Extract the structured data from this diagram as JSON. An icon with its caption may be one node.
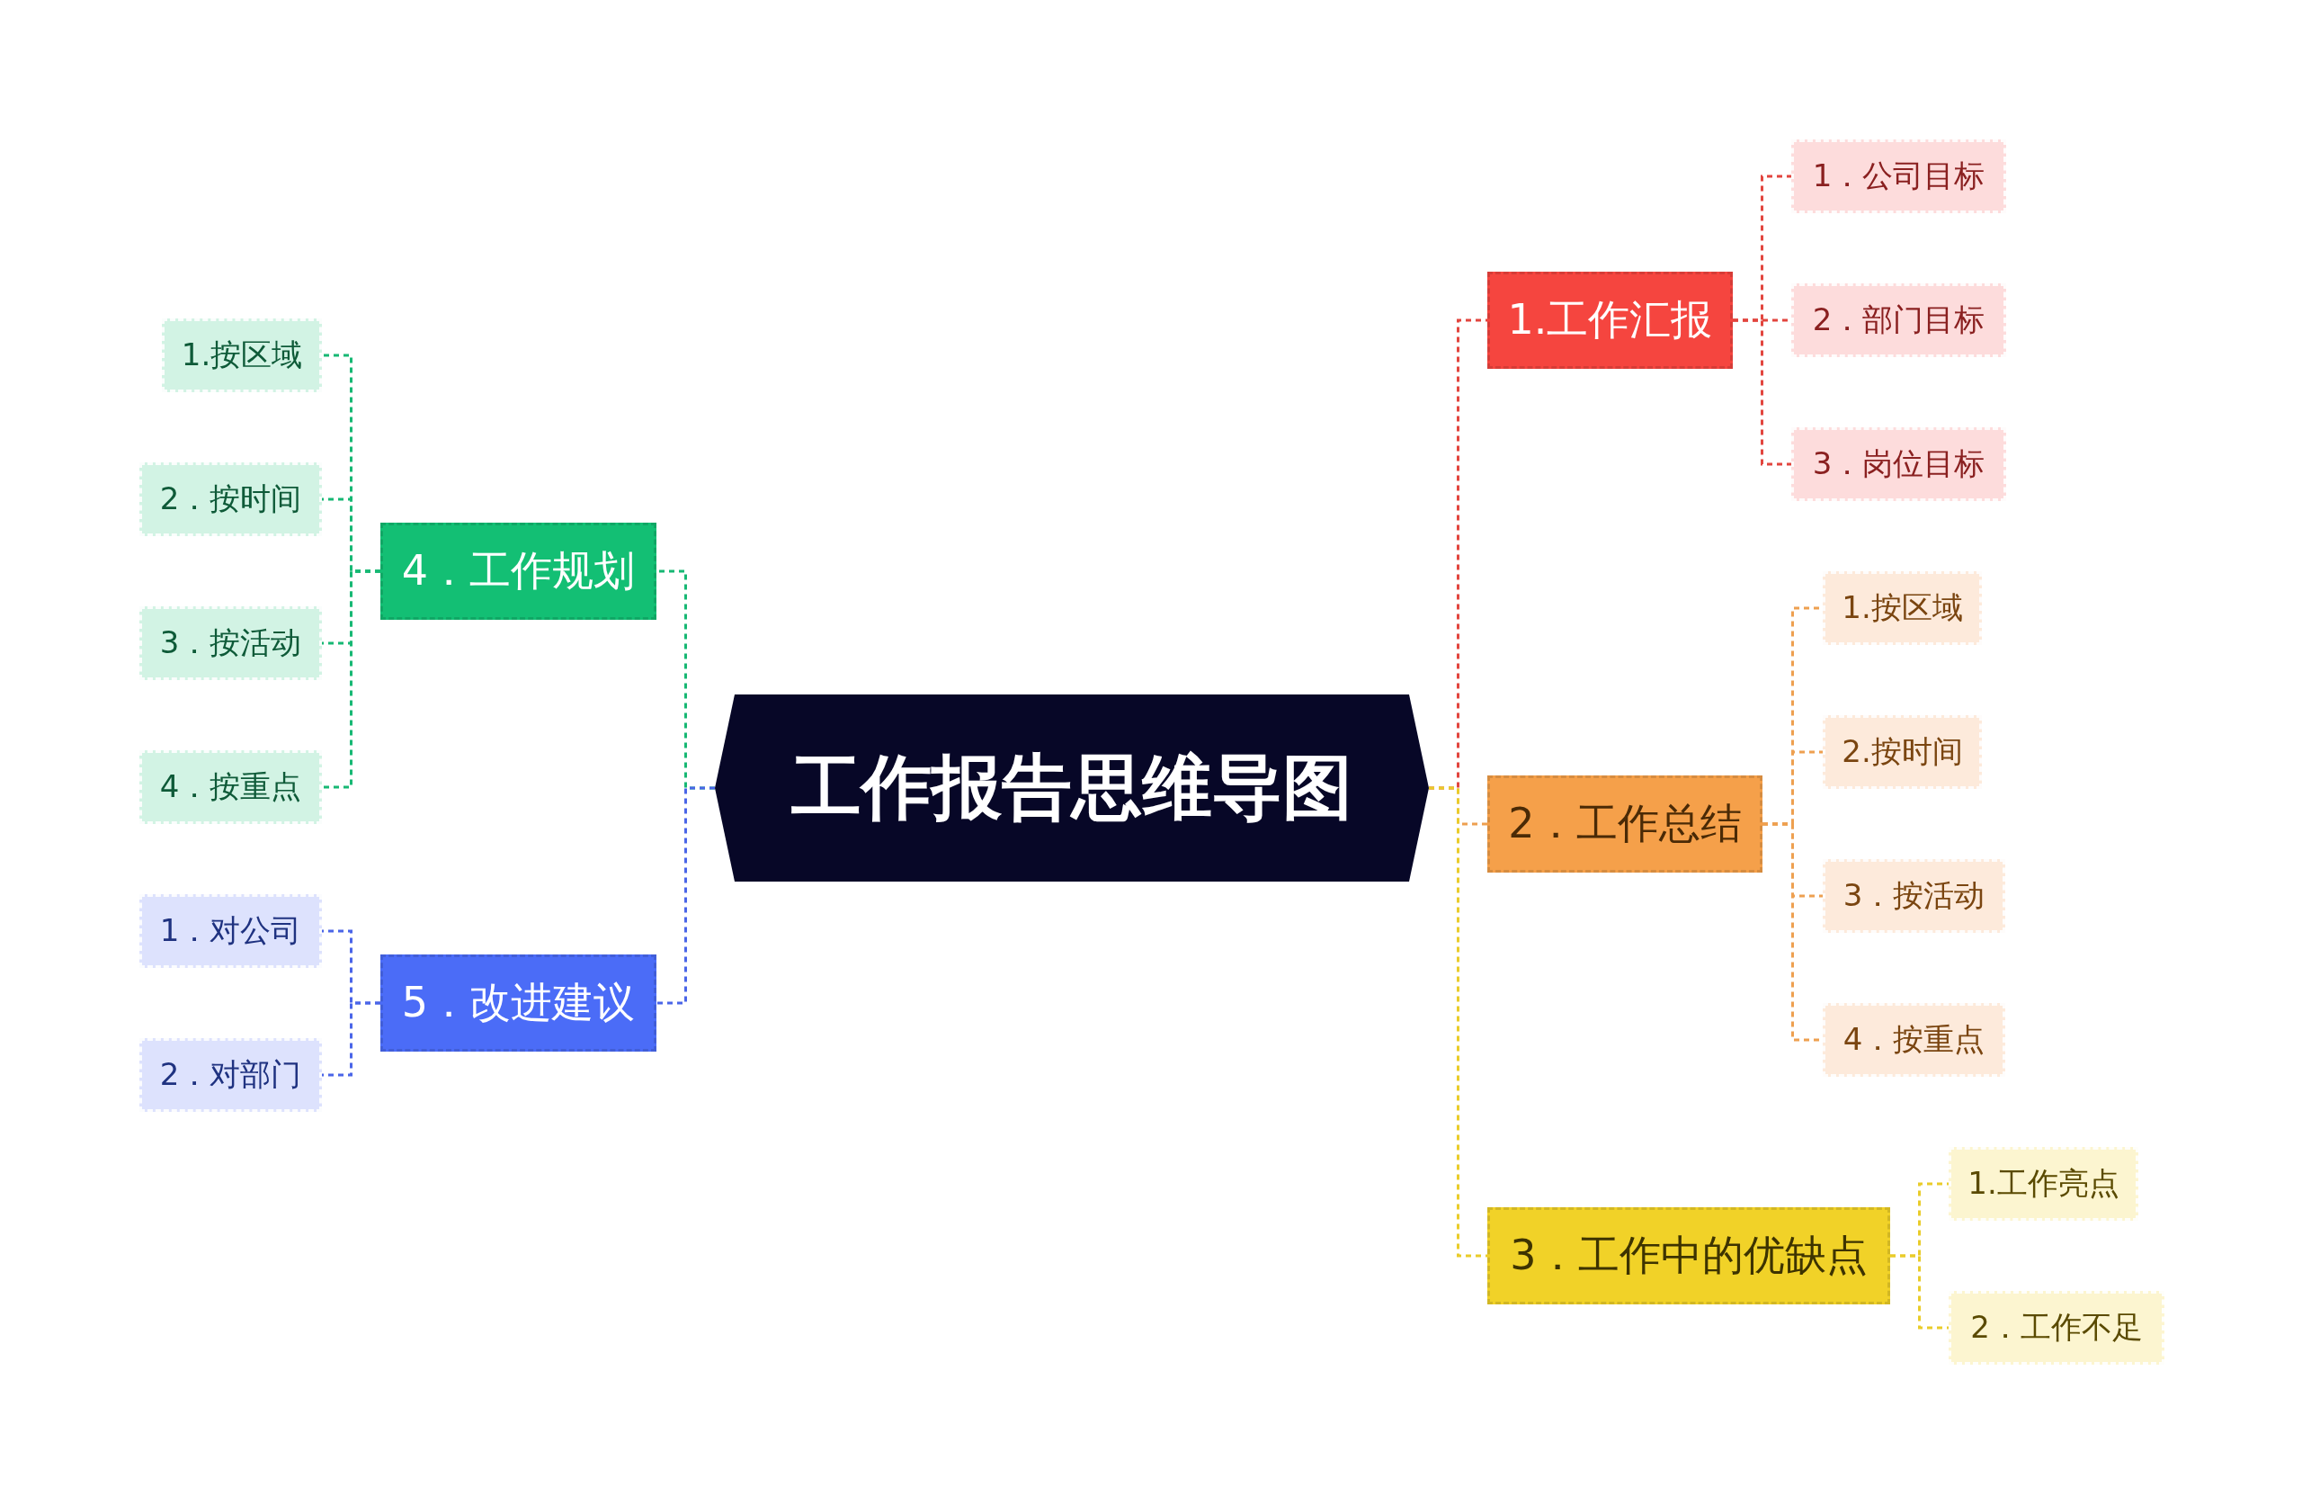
{
  "diagram": {
    "nodes": [
      {
        "text": [
          "工作报告思维导图"
        ]
      },
      {
        "text": [
          "1.工作汇报"
        ]
      },
      {
        "text": [
          "1．公司目标"
        ]
      },
      {
        "text": [
          "2．部门目标"
        ]
      },
      {
        "text": [
          "3．岗位目标"
        ]
      },
      {
        "text": [
          "2．工作总结"
        ]
      },
      {
        "text": [
          "1.按区域"
        ]
      },
      {
        "text": [
          "2.按时间"
        ]
      },
      {
        "text": [
          "3．按活动"
        ]
      },
      {
        "text": [
          "4．按重点"
        ]
      },
      {
        "text": [
          "3．工作中的优缺点"
        ]
      },
      {
        "text": [
          "1.工作亮点"
        ]
      },
      {
        "text": [
          "2．工作不足"
        ]
      },
      {
        "text": [
          "4．工作规划"
        ]
      },
      {
        "text": [
          "1.按区域"
        ]
      },
      {
        "text": [
          "2．按时间"
        ]
      },
      {
        "text": [
          "3．按活动"
        ]
      },
      {
        "text": [
          "4．按重点"
        ]
      },
      {
        "text": [
          "5．改进建议"
        ]
      },
      {
        "text": [
          "1．对公司"
        ]
      },
      {
        "text": [
          "2．对部门"
        ]
      }
    ],
    "edges": [
      {
        "from": 0,
        "to": 1,
        "arrow": "none",
        "style": "dashed",
        "color": "#e2453e"
      },
      {
        "from": 1,
        "to": 2,
        "arrow": "none",
        "style": "dashed",
        "color": "#e2453e"
      },
      {
        "from": 1,
        "to": 3,
        "arrow": "none",
        "style": "dashed",
        "color": "#e2453e"
      },
      {
        "from": 1,
        "to": 4,
        "arrow": "none",
        "style": "dashed",
        "color": "#e2453e"
      },
      {
        "from": 0,
        "to": 5,
        "arrow": "none",
        "style": "dashed",
        "color": "#eea050"
      },
      {
        "from": 5,
        "to": 6,
        "arrow": "none",
        "style": "dashed",
        "color": "#eea050"
      },
      {
        "from": 5,
        "to": 7,
        "arrow": "none",
        "style": "dashed",
        "color": "#eea050"
      },
      {
        "from": 5,
        "to": 8,
        "arrow": "none",
        "style": "dashed",
        "color": "#eea050"
      },
      {
        "from": 5,
        "to": 9,
        "arrow": "none",
        "style": "dashed",
        "color": "#eea050"
      },
      {
        "from": 0,
        "to": 10,
        "arrow": "none",
        "style": "dashed",
        "color": "#e9cc2a"
      },
      {
        "from": 10,
        "to": 11,
        "arrow": "none",
        "style": "dashed",
        "color": "#e9cc2a"
      },
      {
        "from": 10,
        "to": 12,
        "arrow": "none",
        "style": "dashed",
        "color": "#e9cc2a"
      },
      {
        "from": 0,
        "to": 13,
        "arrow": "none",
        "style": "dashed",
        "color": "#17b874"
      },
      {
        "from": 13,
        "to": 14,
        "arrow": "none",
        "style": "dashed",
        "color": "#17b874"
      },
      {
        "from": 13,
        "to": 15,
        "arrow": "none",
        "style": "dashed",
        "color": "#17b874"
      },
      {
        "from": 13,
        "to": 16,
        "arrow": "none",
        "style": "dashed",
        "color": "#17b874"
      },
      {
        "from": 13,
        "to": 17,
        "arrow": "none",
        "style": "dashed",
        "color": "#17b874"
      },
      {
        "from": 0,
        "to": 18,
        "arrow": "none",
        "style": "dashed",
        "color": "#4a65e8"
      },
      {
        "from": 18,
        "to": 19,
        "arrow": "none",
        "style": "dashed",
        "color": "#4a65e8"
      },
      {
        "from": 18,
        "to": 20,
        "arrow": "none",
        "style": "dashed",
        "color": "#4a65e8"
      }
    ]
  }
}
